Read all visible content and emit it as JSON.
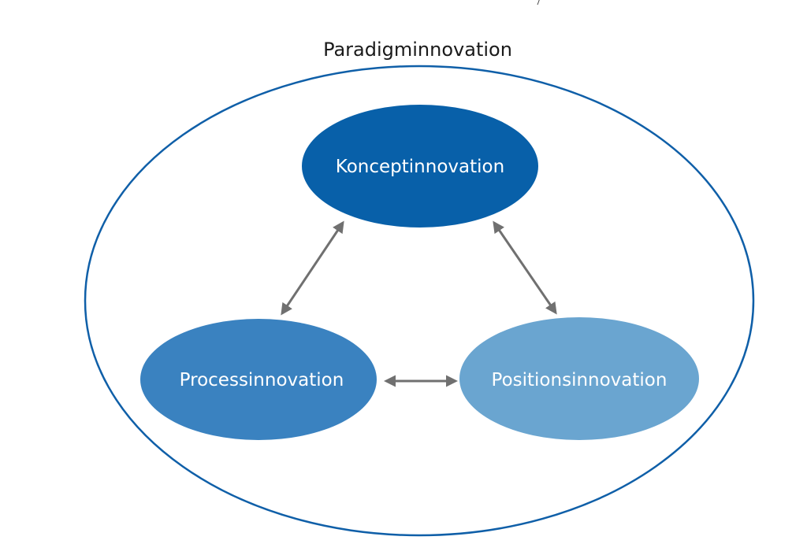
{
  "outer": {
    "label": "Paradigminnovation",
    "stroke_color": "#0f5fa8"
  },
  "nodes": {
    "concept": {
      "label": "Konceptinnovation",
      "color": "#0860a9"
    },
    "process": {
      "label": "Processinnovation",
      "color": "#3a82c0"
    },
    "position": {
      "label": "Positionsinnovation",
      "color": "#6aa5d0"
    }
  },
  "arrow_color": "#707070"
}
